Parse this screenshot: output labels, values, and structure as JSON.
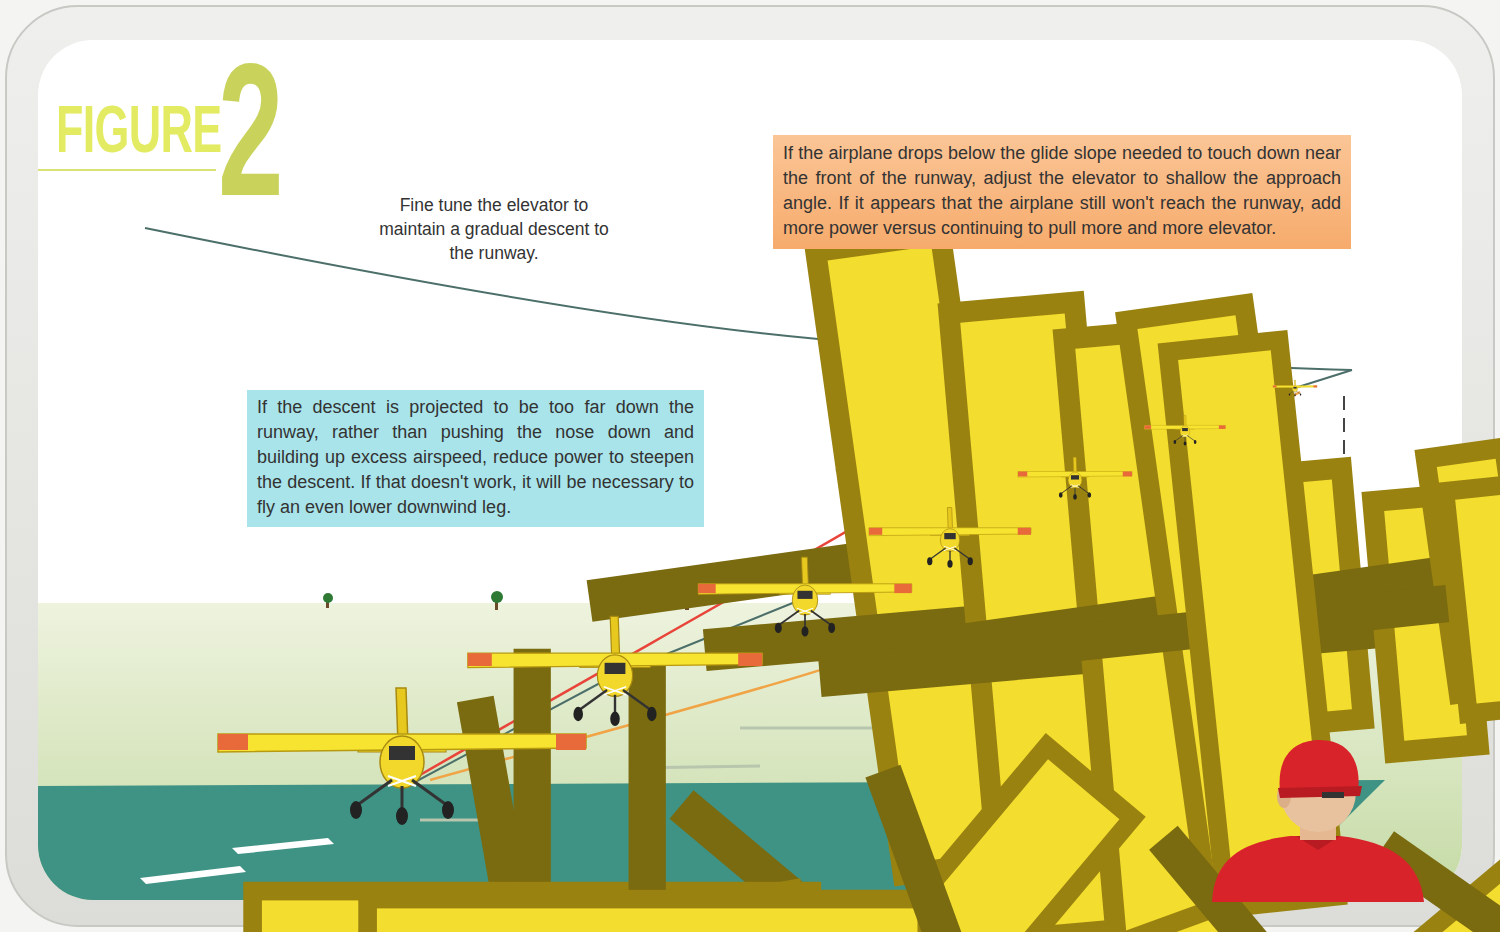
{
  "diagram": {
    "title": "FIGURE",
    "nodes": [
      {
        "text": [
          "If the airplane drops below the glide slope needed to touch down near the front of the runway, adjust the elevator to shallow the approach angle. If it appears that the airplane still won't reach the runway, add more power versus continuing to pull more and more elevator."
        ]
      },
      {
        "text": [
          "If the descent is projected to be too far down the runway, rather than pushing the nose down and building up excess airspeed, reduce power to steepen the descent. If that doesn't work, it will be necessary to fly an even lower downwind leg."
        ]
      }
    ],
    "labels": [
      "Fine tune the elevator to maintain a gradual descent to the runway.",
      "2"
    ]
  }
}
